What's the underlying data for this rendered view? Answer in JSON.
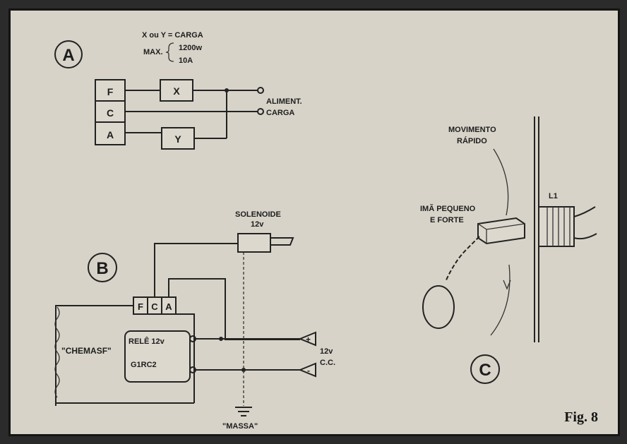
{
  "figure_label": "Fig. 8",
  "section_a": {
    "label": "A",
    "note_line1": "X ou Y = CARGA",
    "note_max": "MAX.",
    "note_power": "1200w",
    "note_current": "10A",
    "terminals": [
      "F",
      "C",
      "A"
    ],
    "box_x": "X",
    "box_y": "Y",
    "out_power": "ALIMENT.",
    "out_load": "CARGA"
  },
  "section_b": {
    "label": "B",
    "solenoid": "SOLENOIDE",
    "solenoid_voltage": "12v",
    "terminals": [
      "F",
      "C",
      "A"
    ],
    "relay_line1": "RELÊ 12v",
    "relay_line2": "G1RC2",
    "brand": "\"CHEMASF\"",
    "plus": "+",
    "minus": "-",
    "supply_voltage": "12v",
    "supply_type": "C.C.",
    "ground": "\"MASSA\""
  },
  "section_c": {
    "label": "C",
    "motion_line1": "MOVIMENTO",
    "motion_line2": "RÁPIDO",
    "magnet_line1": "IMÃ PEQUENO",
    "magnet_line2": "E FORTE",
    "coil": "L1"
  }
}
